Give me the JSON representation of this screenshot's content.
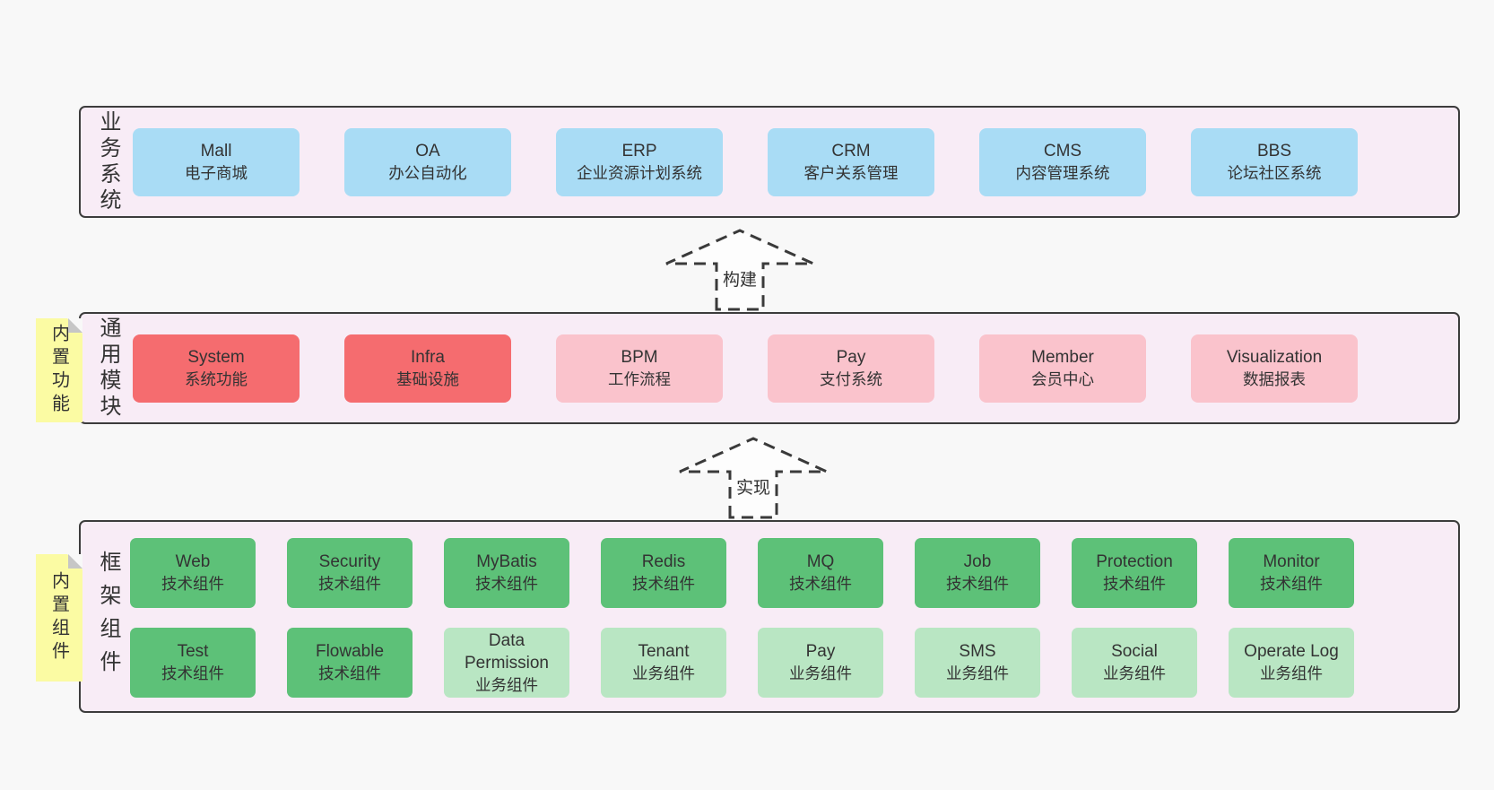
{
  "colors": {
    "page_bg": "#f8f8f8",
    "band_bg": "#f8ecf6",
    "band_border": "#3c3c3c",
    "blue_box": "#a9dcf5",
    "red_box": "#f56c6f",
    "pink_box": "#fac3cc",
    "green_box": "#5dc178",
    "light_green_box": "#b9e6c3",
    "sticky_note": "#fbfba3",
    "text": "#333333"
  },
  "arrows": [
    {
      "label": "构建"
    },
    {
      "label": "实现"
    }
  ],
  "bands": [
    {
      "label": "业务系统",
      "boxes": [
        {
          "title": "Mall",
          "subtitle": "电子商城"
        },
        {
          "title": "OA",
          "subtitle": "办公自动化"
        },
        {
          "title": "ERP",
          "subtitle": "企业资源计划系统"
        },
        {
          "title": "CRM",
          "subtitle": "客户关系管理"
        },
        {
          "title": "CMS",
          "subtitle": "内容管理系统"
        },
        {
          "title": "BBS",
          "subtitle": "论坛社区系统"
        }
      ]
    },
    {
      "label": "通用模块",
      "sticky": "内置功能",
      "boxes": [
        {
          "title": "System",
          "subtitle": "系统功能"
        },
        {
          "title": "Infra",
          "subtitle": "基础设施"
        },
        {
          "title": "BPM",
          "subtitle": "工作流程"
        },
        {
          "title": "Pay",
          "subtitle": "支付系统"
        },
        {
          "title": "Member",
          "subtitle": "会员中心"
        },
        {
          "title": "Visualization",
          "subtitle": "数据报表"
        }
      ]
    },
    {
      "label": "框架组件",
      "sticky": "内置组件",
      "rows": [
        [
          {
            "title": "Web",
            "subtitle": "技术组件"
          },
          {
            "title": "Security",
            "subtitle": "技术组件"
          },
          {
            "title": "MyBatis",
            "subtitle": "技术组件"
          },
          {
            "title": "Redis",
            "subtitle": "技术组件"
          },
          {
            "title": "MQ",
            "subtitle": "技术组件"
          },
          {
            "title": "Job",
            "subtitle": "技术组件"
          },
          {
            "title": "Protection",
            "subtitle": "技术组件"
          },
          {
            "title": "Monitor",
            "subtitle": "技术组件"
          }
        ],
        [
          {
            "title": "Test",
            "subtitle": "技术组件"
          },
          {
            "title": "Flowable",
            "subtitle": "技术组件"
          },
          {
            "title": "Data Permission",
            "subtitle": "业务组件"
          },
          {
            "title": "Tenant",
            "subtitle": "业务组件"
          },
          {
            "title": "Pay",
            "subtitle": "业务组件"
          },
          {
            "title": "SMS",
            "subtitle": "业务组件"
          },
          {
            "title": "Social",
            "subtitle": "业务组件"
          },
          {
            "title": "Operate Log",
            "subtitle": "业务组件"
          }
        ]
      ]
    }
  ]
}
